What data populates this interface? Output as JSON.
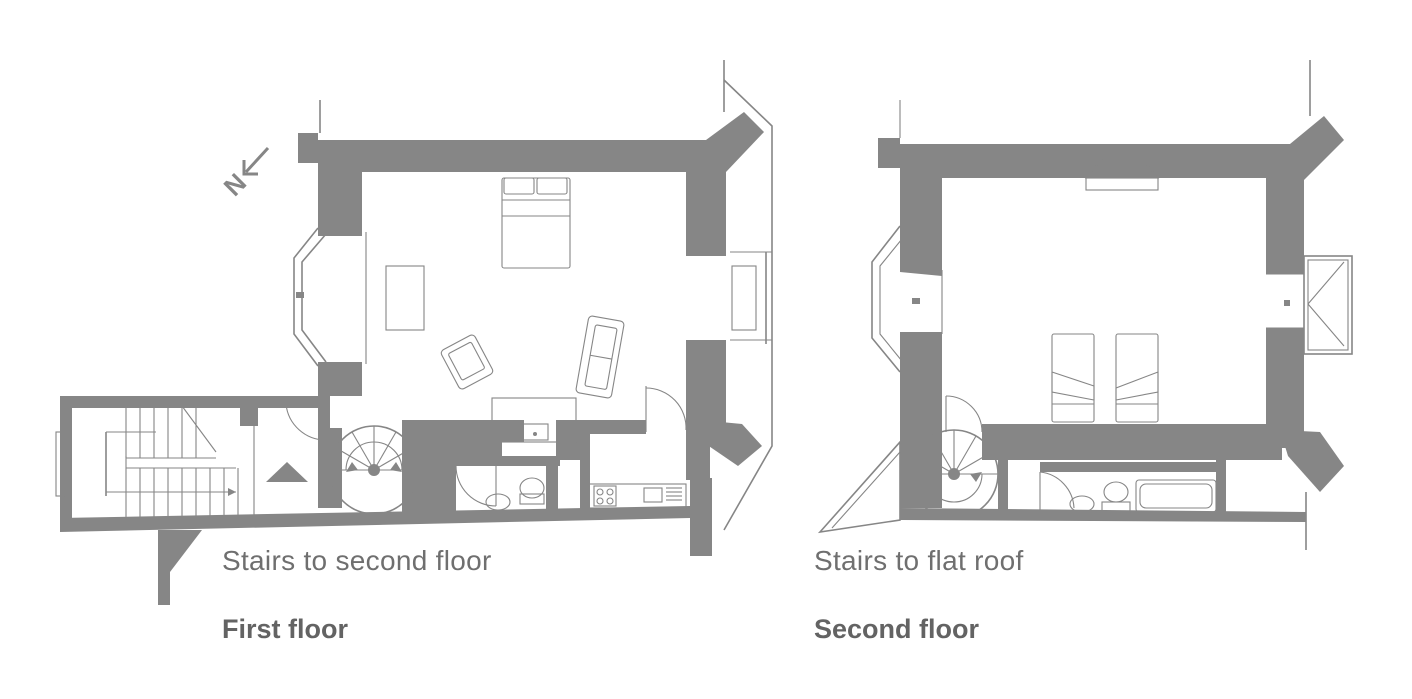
{
  "first_floor": {
    "title": "First floor",
    "caption": "Stairs to second floor",
    "compass_letter": "N",
    "compass_icon": "north-arrow-icon"
  },
  "second_floor": {
    "title": "Second floor",
    "caption": "Stairs to flat roof"
  },
  "colors": {
    "wall": "#868686",
    "text": "#6f6f6f",
    "background": "#ffffff"
  }
}
